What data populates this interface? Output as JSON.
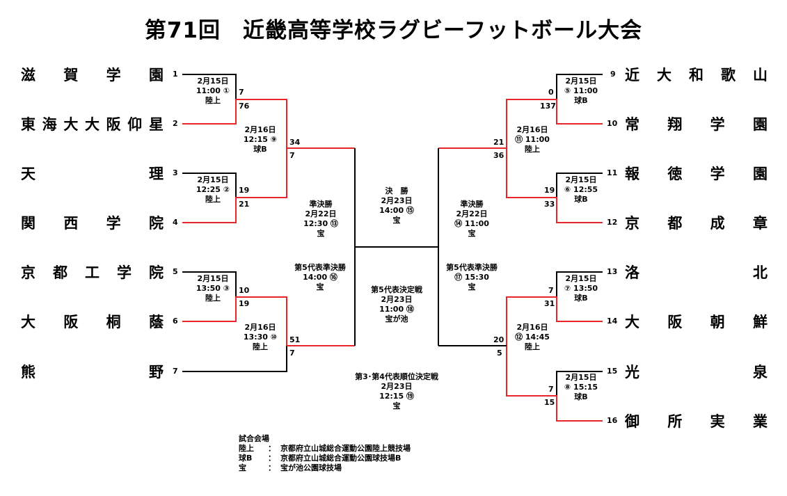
{
  "title": "第71回　近畿高等学校ラグビーフットボール大会",
  "teams": [
    {
      "seed": "1",
      "name": "滋賀学園"
    },
    {
      "seed": "2",
      "name": "東海大大阪仰星"
    },
    {
      "seed": "3",
      "name": "天理"
    },
    {
      "seed": "4",
      "name": "関西学院"
    },
    {
      "seed": "5",
      "name": "京都工学院"
    },
    {
      "seed": "6",
      "name": "大阪桐蔭"
    },
    {
      "seed": "7",
      "name": "熊野"
    },
    {
      "seed": "9",
      "name": "近大和歌山"
    },
    {
      "seed": "10",
      "name": "常翔学園"
    },
    {
      "seed": "11",
      "name": "報徳学園"
    },
    {
      "seed": "12",
      "name": "京都成章"
    },
    {
      "seed": "13",
      "name": "洛北"
    },
    {
      "seed": "14",
      "name": "大阪朝鮮"
    },
    {
      "seed": "15",
      "name": "光泉"
    },
    {
      "seed": "16",
      "name": "御所実業"
    }
  ],
  "scores": [
    "7",
    "76",
    "19",
    "21",
    "10",
    "19",
    "34",
    "7",
    "51",
    "7",
    "0",
    "137",
    "19",
    "33",
    "7",
    "31",
    "7",
    "15",
    "21",
    "36",
    "20",
    "5"
  ],
  "blocks": [
    [
      "2月15日",
      "11:00 ①",
      "陸上"
    ],
    [
      "2月15日",
      "12:25 ②",
      "陸上"
    ],
    [
      "2月15日",
      "13:50 ③",
      "陸上"
    ],
    [
      "2月16日",
      "12:15 ⑨",
      "球B"
    ],
    [
      "2月16日",
      "13:30 ⑩",
      "陸上"
    ],
    [
      "2月15日",
      "⑤ 11:00",
      "球B"
    ],
    [
      "2月15日",
      "⑥ 12:55",
      "球B"
    ],
    [
      "2月15日",
      "⑦ 13:50",
      "球B"
    ],
    [
      "2月15日",
      "⑧ 15:15",
      "球B"
    ],
    [
      "2月16日",
      "⑪ 11:00",
      "陸上"
    ],
    [
      "2月16日",
      "⑫ 14:45",
      "陸上"
    ],
    [
      "準決勝",
      "2月22日",
      "12:30 ⑬",
      "宝"
    ],
    [
      "第5代表準決勝",
      "14:00 ⑯",
      "宝"
    ],
    [
      "準決勝",
      "2月22日",
      "⑭ 11:00",
      "宝"
    ],
    [
      "第5代表準決勝",
      "⑰ 15:30",
      "宝"
    ],
    [
      "決　勝",
      "2月23日",
      "14:00 ⑮",
      "宝"
    ],
    [
      "第5代表決定戦",
      "2月23日",
      "11:00 ⑱",
      "宝が池"
    ],
    [
      "第3･第4代表順位決定戦",
      "2月23日",
      "12:15 ⑲",
      "宝"
    ]
  ],
  "legend": {
    "heading": "試合会場",
    "rows": [
      {
        "key": "陸上",
        "colon": "：",
        "value": "京都府立山城総合運動公園陸上競技場"
      },
      {
        "key": "球B",
        "colon": "：",
        "value": "京都府立山城総合運動公園球技場B"
      },
      {
        "key": "宝",
        "colon": "：",
        "value": "宝が池公園球技場"
      }
    ]
  },
  "colors": {
    "winner_line": "#e8262a",
    "line": "#000000"
  }
}
